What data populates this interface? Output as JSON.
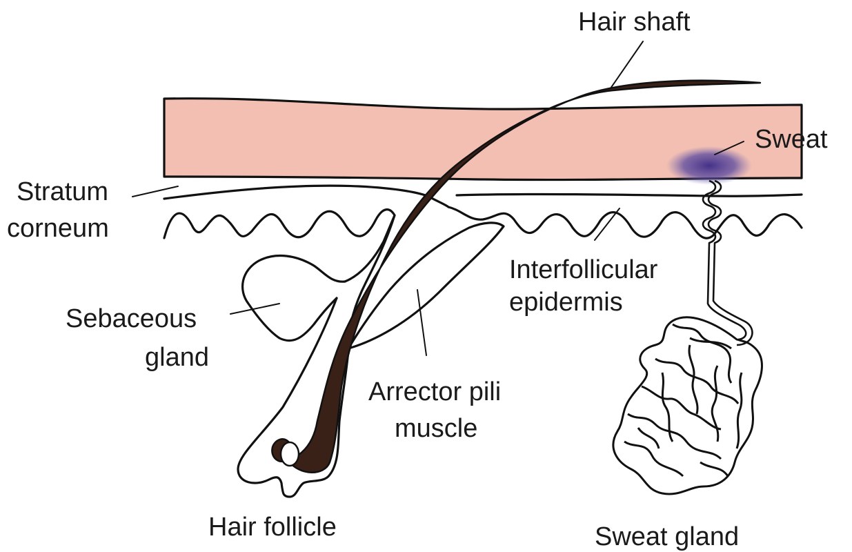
{
  "colors": {
    "stratum_layer": "#f2bfb2",
    "hair": "#3a2118",
    "sweat": "#4a3a8c",
    "outline": "#111111",
    "background": "#ffffff"
  },
  "labels": {
    "hair_shaft": "Hair shaft",
    "sweat": "Sweat",
    "stratum_line1": "Stratum",
    "stratum_line2": "corneum",
    "interfollicular_line1": "Interfollicular",
    "interfollicular_line2": "epidermis",
    "sebaceous_line1": "Sebaceous",
    "sebaceous_line2": "gland",
    "arrector_line1": "Arrector pili",
    "arrector_line2": "muscle",
    "hair_follicle": "Hair follicle",
    "sweat_gland": "Sweat gland"
  }
}
